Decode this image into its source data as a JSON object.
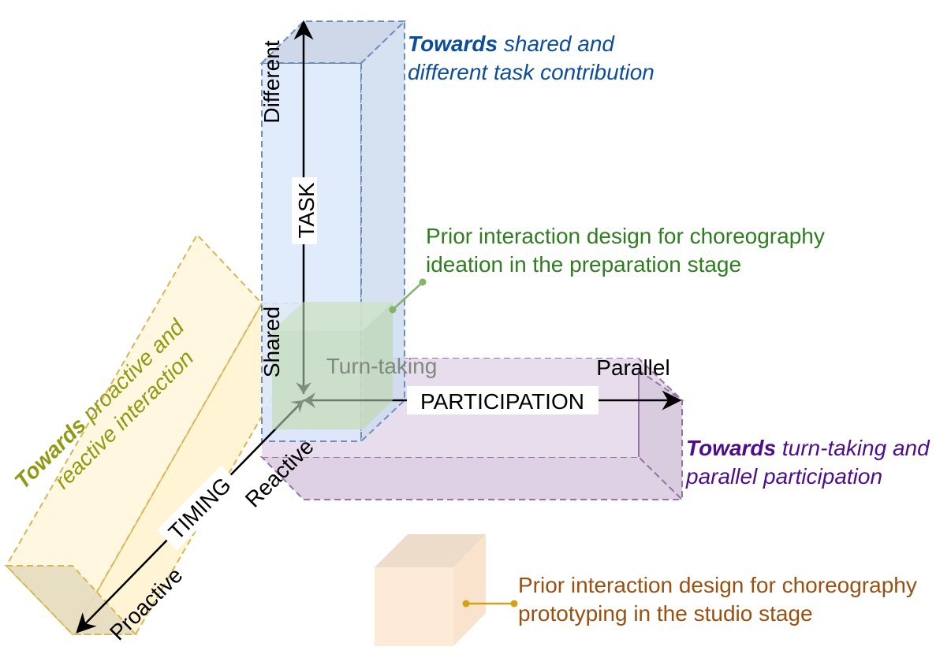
{
  "axes": {
    "task": {
      "name": "TASK",
      "low": "Shared",
      "high": "Different"
    },
    "participation": {
      "name": "PARTICIPATION",
      "low": "Turn-taking",
      "high": "Parallel"
    },
    "timing": {
      "name": "TIMING",
      "low": "Reactive",
      "high": "Proactive"
    }
  },
  "annotations": {
    "task": {
      "strong": "Towards",
      "line1_rest": " shared and",
      "line2": "different task contribution",
      "color": "#0b4d9b"
    },
    "participation": {
      "strong": "Towards",
      "line1_rest": " turn-taking and",
      "line2": "parallel participation",
      "color": "#4c0d8f"
    },
    "timing": {
      "strong": "Towards",
      "line1_rest": " proactive and",
      "line2": "reactive interaction",
      "color": "#8f9a10"
    }
  },
  "legend": {
    "preparation": {
      "line1": "Prior interaction design for choreography",
      "line2": "ideation in the preparation stage",
      "color": "#2e7d1e",
      "connector_color": "#82b366"
    },
    "studio": {
      "line1": "Prior interaction design for choreography",
      "line2": "prototyping in the studio stage",
      "color": "#9b500f",
      "connector_color": "#d4a017"
    }
  },
  "colors": {
    "task_box_fill": "#dae8fc",
    "task_box_stroke": "#6c8ebf",
    "participation_box_fill": "#e1d5e7",
    "participation_box_stroke": "#9673a6",
    "timing_box_fill": "#fff2cc",
    "timing_box_stroke": "#d6b656",
    "preparation_cube_fill": "#d5e8d4",
    "studio_cube_fill": "#ffe6cc",
    "axis": "#000000"
  }
}
